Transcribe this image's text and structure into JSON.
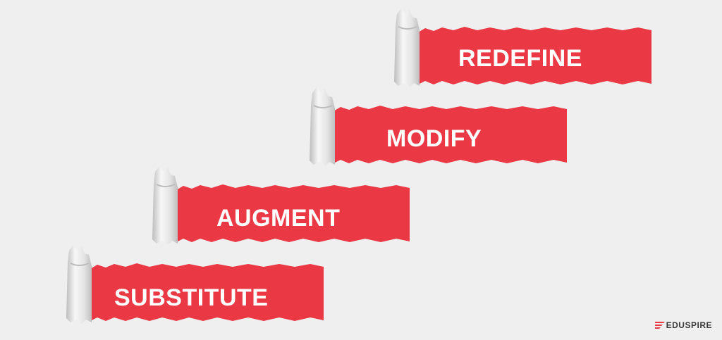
{
  "steps": [
    {
      "label": "REDEFINE"
    },
    {
      "label": "MODIFY"
    },
    {
      "label": "AUGMENT"
    },
    {
      "label": "SUBSTITUTE"
    }
  ],
  "brand": {
    "name": "EDUSPIRE",
    "logo_icon": "stripes-logo-icon"
  },
  "colors": {
    "background": "#efefef",
    "banner": "#ea3944",
    "paper_curl": "#e8e8e8"
  }
}
